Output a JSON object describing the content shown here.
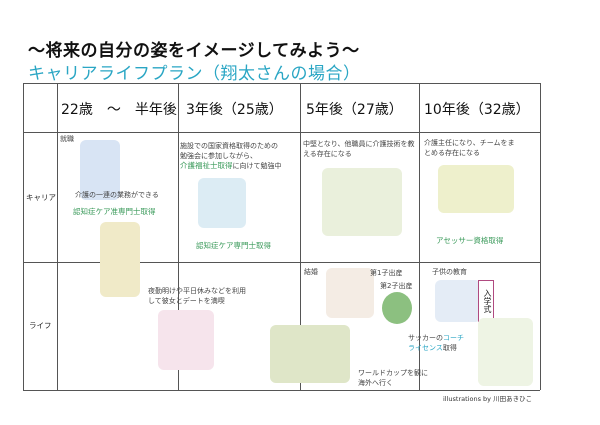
{
  "title": "〜将来の自分の姿をイメージしてみよう〜",
  "subtitle": "キャリアライフプラン（翔太さんの場合）",
  "columns": [
    "22歳　〜　半年後",
    "3年後（25歳）",
    "5年後（27歳）",
    "10年後（32歳）"
  ],
  "rows": [
    "キャリア",
    "ライフ"
  ],
  "career": {
    "c1_label": "就職",
    "c1_text": "介護の一連の業務ができる",
    "c1_cert": "認知症ケア准専門士取得",
    "c2_text1": "施設での国家資格取得のための",
    "c2_text2": "勉強会に参加しながら、",
    "c2_cert": "介護福祉士取得",
    "c2_text3": "に向けて勉強中",
    "c2_cert2": "認知症ケア専門士取得",
    "c3_text": "中堅となり、他職員に介護技術を教える存在になる",
    "c4_text": "介護主任になり、チームをまとめる存在になる",
    "c4_cert": "アセッサー資格取得"
  },
  "life": {
    "c2_text": "夜勤明けや平日休みなどを利用して彼女とデートを満喫",
    "c3_marriage": "結婚",
    "c3_child1": "第1子出産",
    "c3_child2": "第2子出産",
    "c3_worldcup": "ワールドカップを観に海外へ行く",
    "c4_edu": "子供の教育",
    "c4_sign": "入学式",
    "c4_soccer1": "サッカーの",
    "c4_soccer_hl": "コーチ",
    "c4_soccer2": "ライセンス",
    "c4_soccer3": "取得"
  },
  "credit": "illustrations by 川田あきひこ",
  "colors": {
    "accent_blue": "#2aa6c4",
    "accent_green": "#3a9a5a"
  }
}
